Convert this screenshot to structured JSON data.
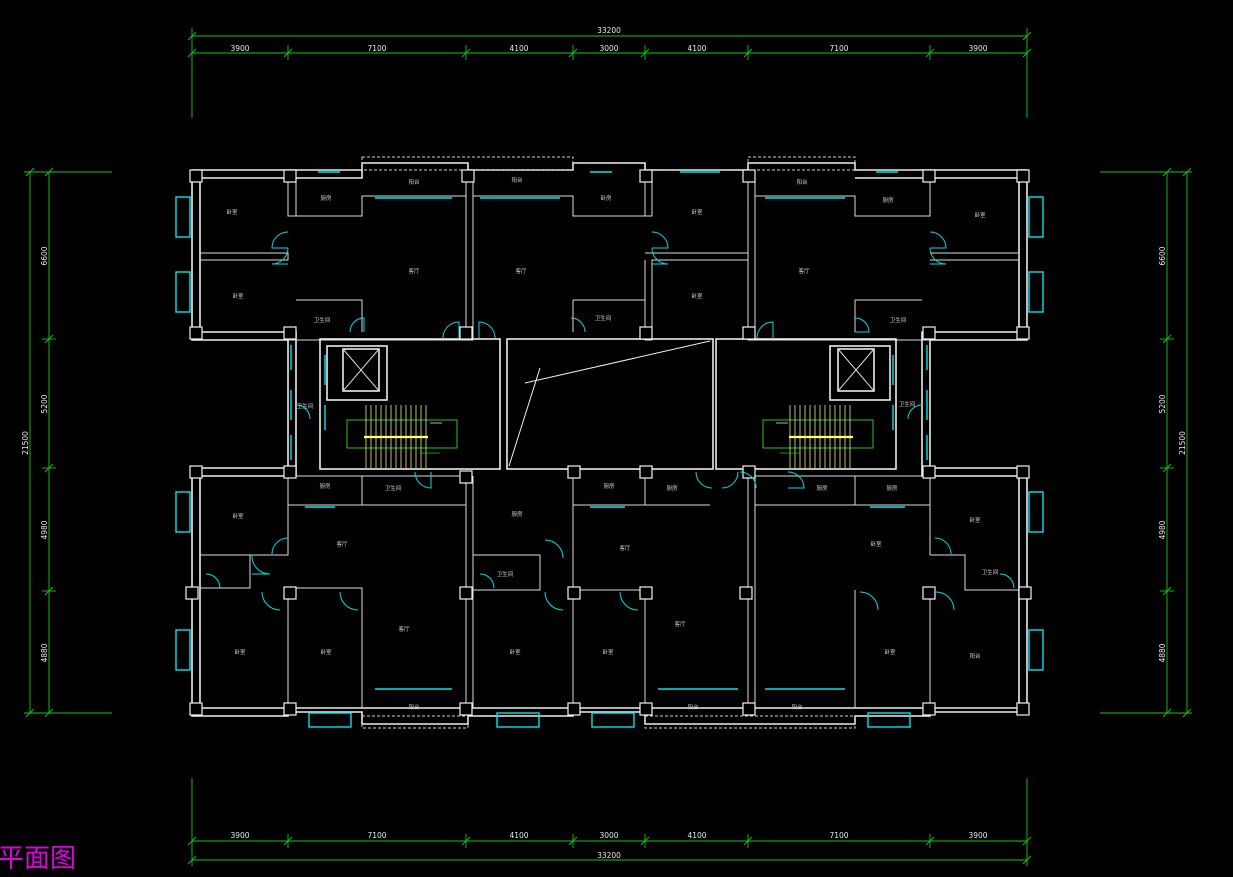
{
  "drawing": {
    "title": "平面图",
    "top_dimensions": {
      "overall": "33200",
      "segments": [
        "3900",
        "7100",
        "4100",
        "3000",
        "4100",
        "7100",
        "3900"
      ]
    },
    "bottom_dimensions": {
      "overall": "33200",
      "segments": [
        "3900",
        "7100",
        "4100",
        "3000",
        "4100",
        "7100",
        "3900"
      ]
    },
    "left_dimensions": {
      "overall": "21500",
      "segments": [
        "6600",
        "5200",
        "4980",
        "4880"
      ]
    },
    "right_dimensions": {
      "overall": "21500",
      "segments": [
        "6600",
        "5200",
        "4980",
        "4880"
      ]
    },
    "room_labels": [
      "卧室",
      "卧室",
      "厨房",
      "阳台",
      "阳台",
      "卧房",
      "客厅",
      "客厅",
      "卧室",
      "阳台",
      "厨房",
      "卧室",
      "客厅",
      "卧室",
      "卫生间",
      "卫生间",
      "卫生间",
      "卫生间",
      "卫生间",
      "卫生间",
      "厨房",
      "厨房",
      "厨房",
      "厨房",
      "厨房",
      "厨房",
      "卧室",
      "客厅",
      "客厅",
      "卧室",
      "卧室",
      "卫生间",
      "卧室",
      "客厅",
      "卧室",
      "客厅",
      "卧室",
      "卫生间",
      "卧室",
      "卧室",
      "阳台",
      "阳台",
      "阳台",
      "阳台"
    ],
    "colors": {
      "background": "#000000",
      "walls": "#ececec",
      "dimension_lines": "#14c814",
      "windows_doors": "#00e5ee",
      "stairs": "#f0e68c",
      "title": "#e000e0"
    }
  }
}
